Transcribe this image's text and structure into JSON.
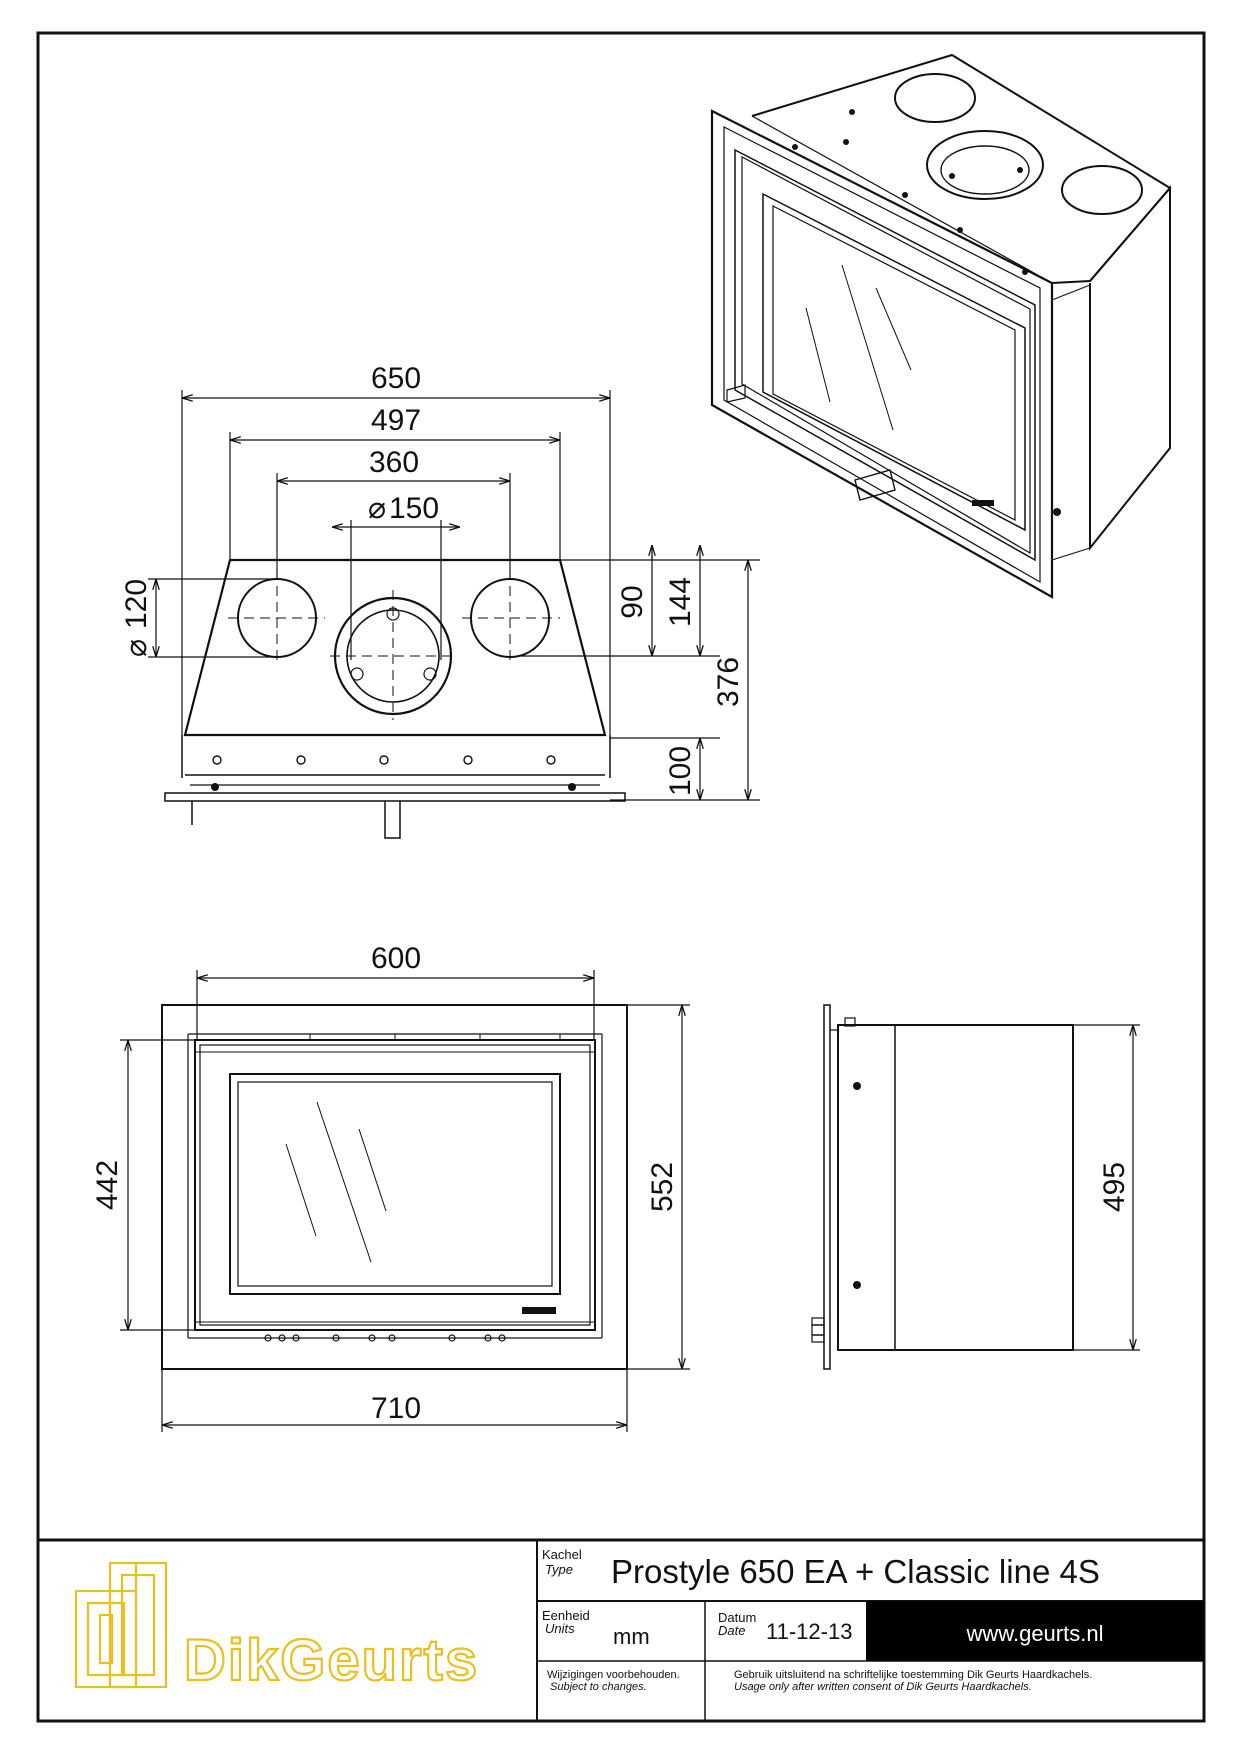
{
  "drawing": {
    "top_view": {
      "width_dims": [
        "650",
        "497",
        "360"
      ],
      "flue_dim": "150",
      "hole_dim": "120",
      "depth_dims": [
        "90",
        "144",
        "376",
        "100"
      ]
    },
    "front_view": {
      "inner_width": "600",
      "outer_width": "710",
      "inner_height": "442",
      "outer_height": "552"
    },
    "side_view": {
      "height": "495"
    },
    "diameter_symbol": "⌀"
  },
  "title_block": {
    "logo_text": "DikGeurts",
    "kachel_label": "Kachel",
    "type_label": "Type",
    "product_name": "Prostyle 650 EA + Classic line 4S",
    "eenheid_label": "Eenheid",
    "units_label": "Units",
    "units_value": "mm",
    "datum_label": "Datum",
    "date_label": "Date",
    "date_value": "11-12-13",
    "website": "www.geurts.nl",
    "changes_nl": "Wijzigingen voorbehouden.",
    "changes_en": "Subject to changes.",
    "consent_nl": "Gebruik uitsluitend na schriftelijke toestemming Dik Geurts Haardkachels.",
    "consent_en": "Usage only after written consent of Dik Geurts Haardkachels."
  },
  "colors": {
    "line": "#111111",
    "logo": "#e8c020",
    "web_bg": "#000000"
  }
}
